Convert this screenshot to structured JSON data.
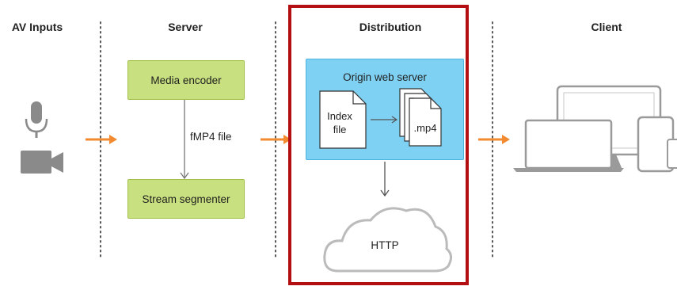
{
  "headings": {
    "av_inputs": "AV Inputs",
    "server": "Server",
    "distribution": "Distribution",
    "client": "Client"
  },
  "server": {
    "media_encoder": "Media encoder",
    "fmp4_file": "fMP4 file",
    "stream_segmenter": "Stream segmenter"
  },
  "distribution": {
    "origin_web_server": "Origin web server",
    "index_file_line1": "Index",
    "index_file_line2": "file",
    "mp4": ".mp4",
    "http": "HTTP"
  },
  "colors": {
    "flow_arrow": "#f28a30",
    "green_box": "#c8e07f",
    "origin_box": "#7fd1f3",
    "highlight": "#b30f12"
  }
}
